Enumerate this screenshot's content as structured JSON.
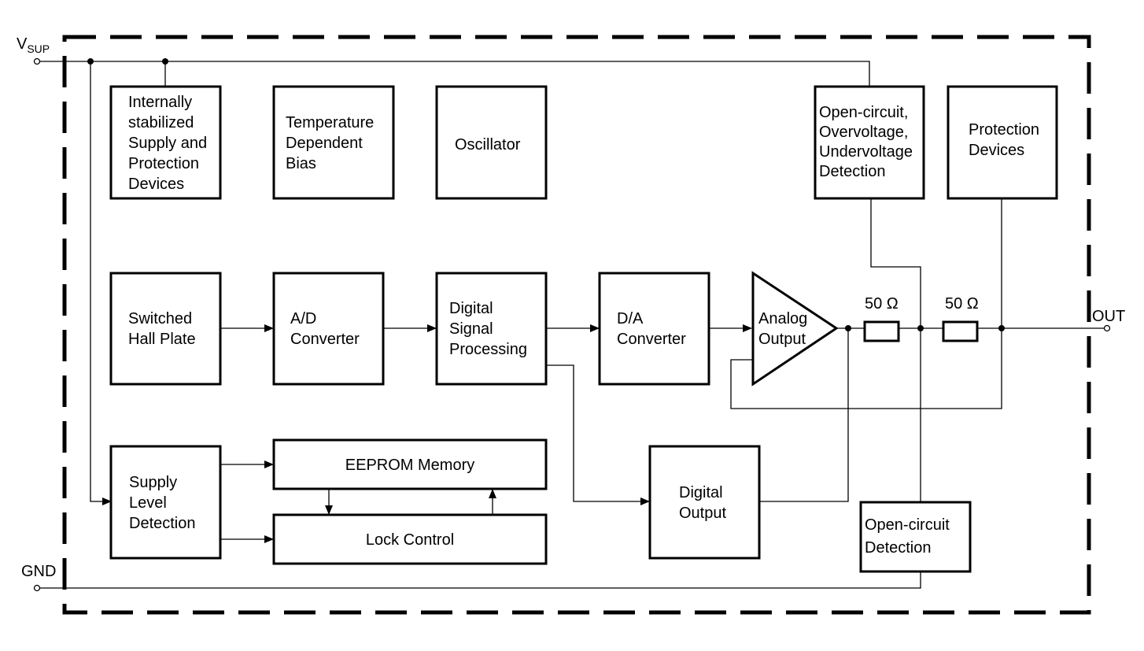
{
  "pins": {
    "vsup": "V",
    "vsup_sub": "SUP",
    "gnd": "GND",
    "out": "OUT"
  },
  "blocks": {
    "supply_protection": [
      "Internally",
      "stabilized",
      "Supply and",
      "Protection",
      "Devices"
    ],
    "temp_bias": [
      "Temperature",
      "Dependent",
      "Bias"
    ],
    "oscillator": [
      "Oscillator"
    ],
    "oc_ov_uv_detection": [
      "Open-circuit,",
      "Overvoltage,",
      "Undervoltage",
      "Detection"
    ],
    "protection_devices": [
      "Protection",
      "Devices"
    ],
    "hall_plate": [
      "Switched",
      "Hall Plate"
    ],
    "ad_converter": [
      "A/D",
      "Converter"
    ],
    "dsp": [
      "Digital",
      "Signal",
      "Processing"
    ],
    "da_converter": [
      "D/A",
      "Converter"
    ],
    "analog_output": [
      "Analog",
      "Output"
    ],
    "supply_level": [
      "Supply",
      "Level",
      "Detection"
    ],
    "eeprom": [
      "EEPROM Memory"
    ],
    "lock_control": [
      "Lock Control"
    ],
    "digital_output": [
      "Digital",
      "Output"
    ],
    "oc_detection": [
      "Open-circuit",
      "Detection"
    ]
  },
  "resistors": {
    "r1": "50 Ω",
    "r2": "50 Ω"
  }
}
